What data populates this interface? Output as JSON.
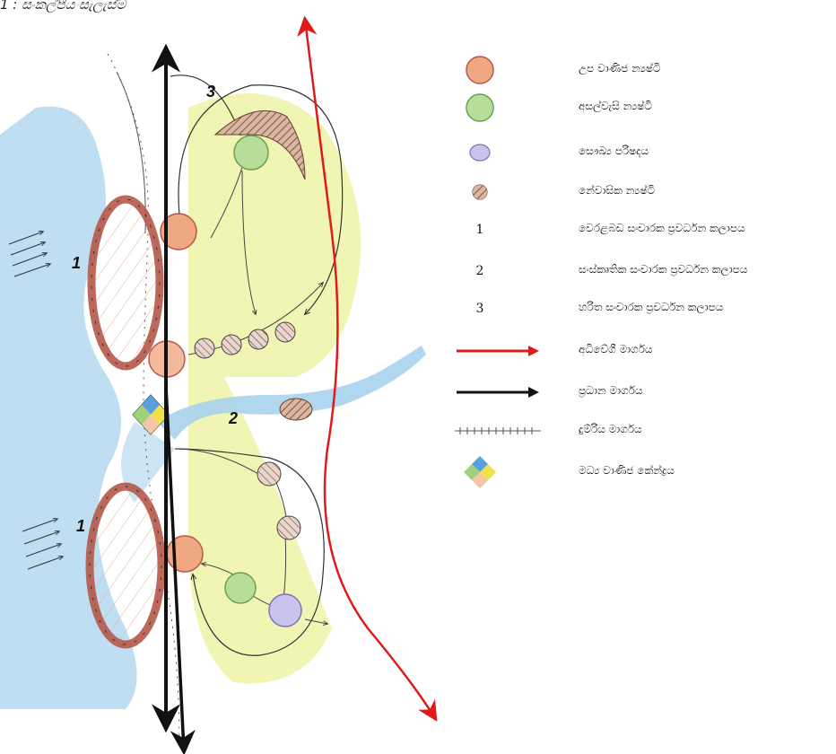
{
  "title": "1 : සංකල්පීය සැලැස්ම",
  "zone_labels": {
    "zone1_top": "1",
    "zone1_bottom": "1",
    "zone2": "2",
    "zone3": "3"
  },
  "legend": [
    {
      "symbol": "circle",
      "color": "#f0a882",
      "label": "උප වාණිජ න්‍යෂ්ටි"
    },
    {
      "symbol": "circle",
      "color": "#b7dd9a",
      "label": "අසල්වැසි න්‍යෂ්ටි"
    },
    {
      "symbol": "circle",
      "color": "#c9c3ee",
      "label": "සෞඛ්‍ය පරිෂදය"
    },
    {
      "symbol": "hatched-circle",
      "color": "#8a4a3c",
      "label": "නේවාසික න්‍යෂ්ටි"
    },
    {
      "symbol": "number",
      "text": "1",
      "label": "වෙරළබඩ සංචාරක ප්‍රවර්ධන කලාපය"
    },
    {
      "symbol": "number",
      "text": "2",
      "label": "සංස්කෘතික සංචාරක ප්‍රවර්ධන කලාපය"
    },
    {
      "symbol": "number",
      "text": "3",
      "label": "හරිත සංචාරක ප්‍රවර්ධන කලාපය"
    },
    {
      "symbol": "red-arrow",
      "color": "#e01a1a",
      "label": "අධිවේගී මාර්ගය"
    },
    {
      "symbol": "black-arrow",
      "color": "#111111",
      "label": "ප්‍රධාන මාර්ගය"
    },
    {
      "symbol": "rail",
      "color": "#555555",
      "label": "දුම්රිය මාර්ගය"
    },
    {
      "symbol": "diamond",
      "label": "මධ්‍ය වාණිජ කේන්ද්‍රය"
    }
  ],
  "colors": {
    "sea": "#a9d3ec",
    "river": "#a8d2ee",
    "green_belt": "#eef3a6",
    "highway": "#e01a1a",
    "main_road": "#111111",
    "railway": "#555555",
    "coastal_ring": "#b5584a",
    "diamond": [
      "#5aa0e0",
      "#f2e14a",
      "#f4c6a8",
      "#9fd17a"
    ]
  }
}
